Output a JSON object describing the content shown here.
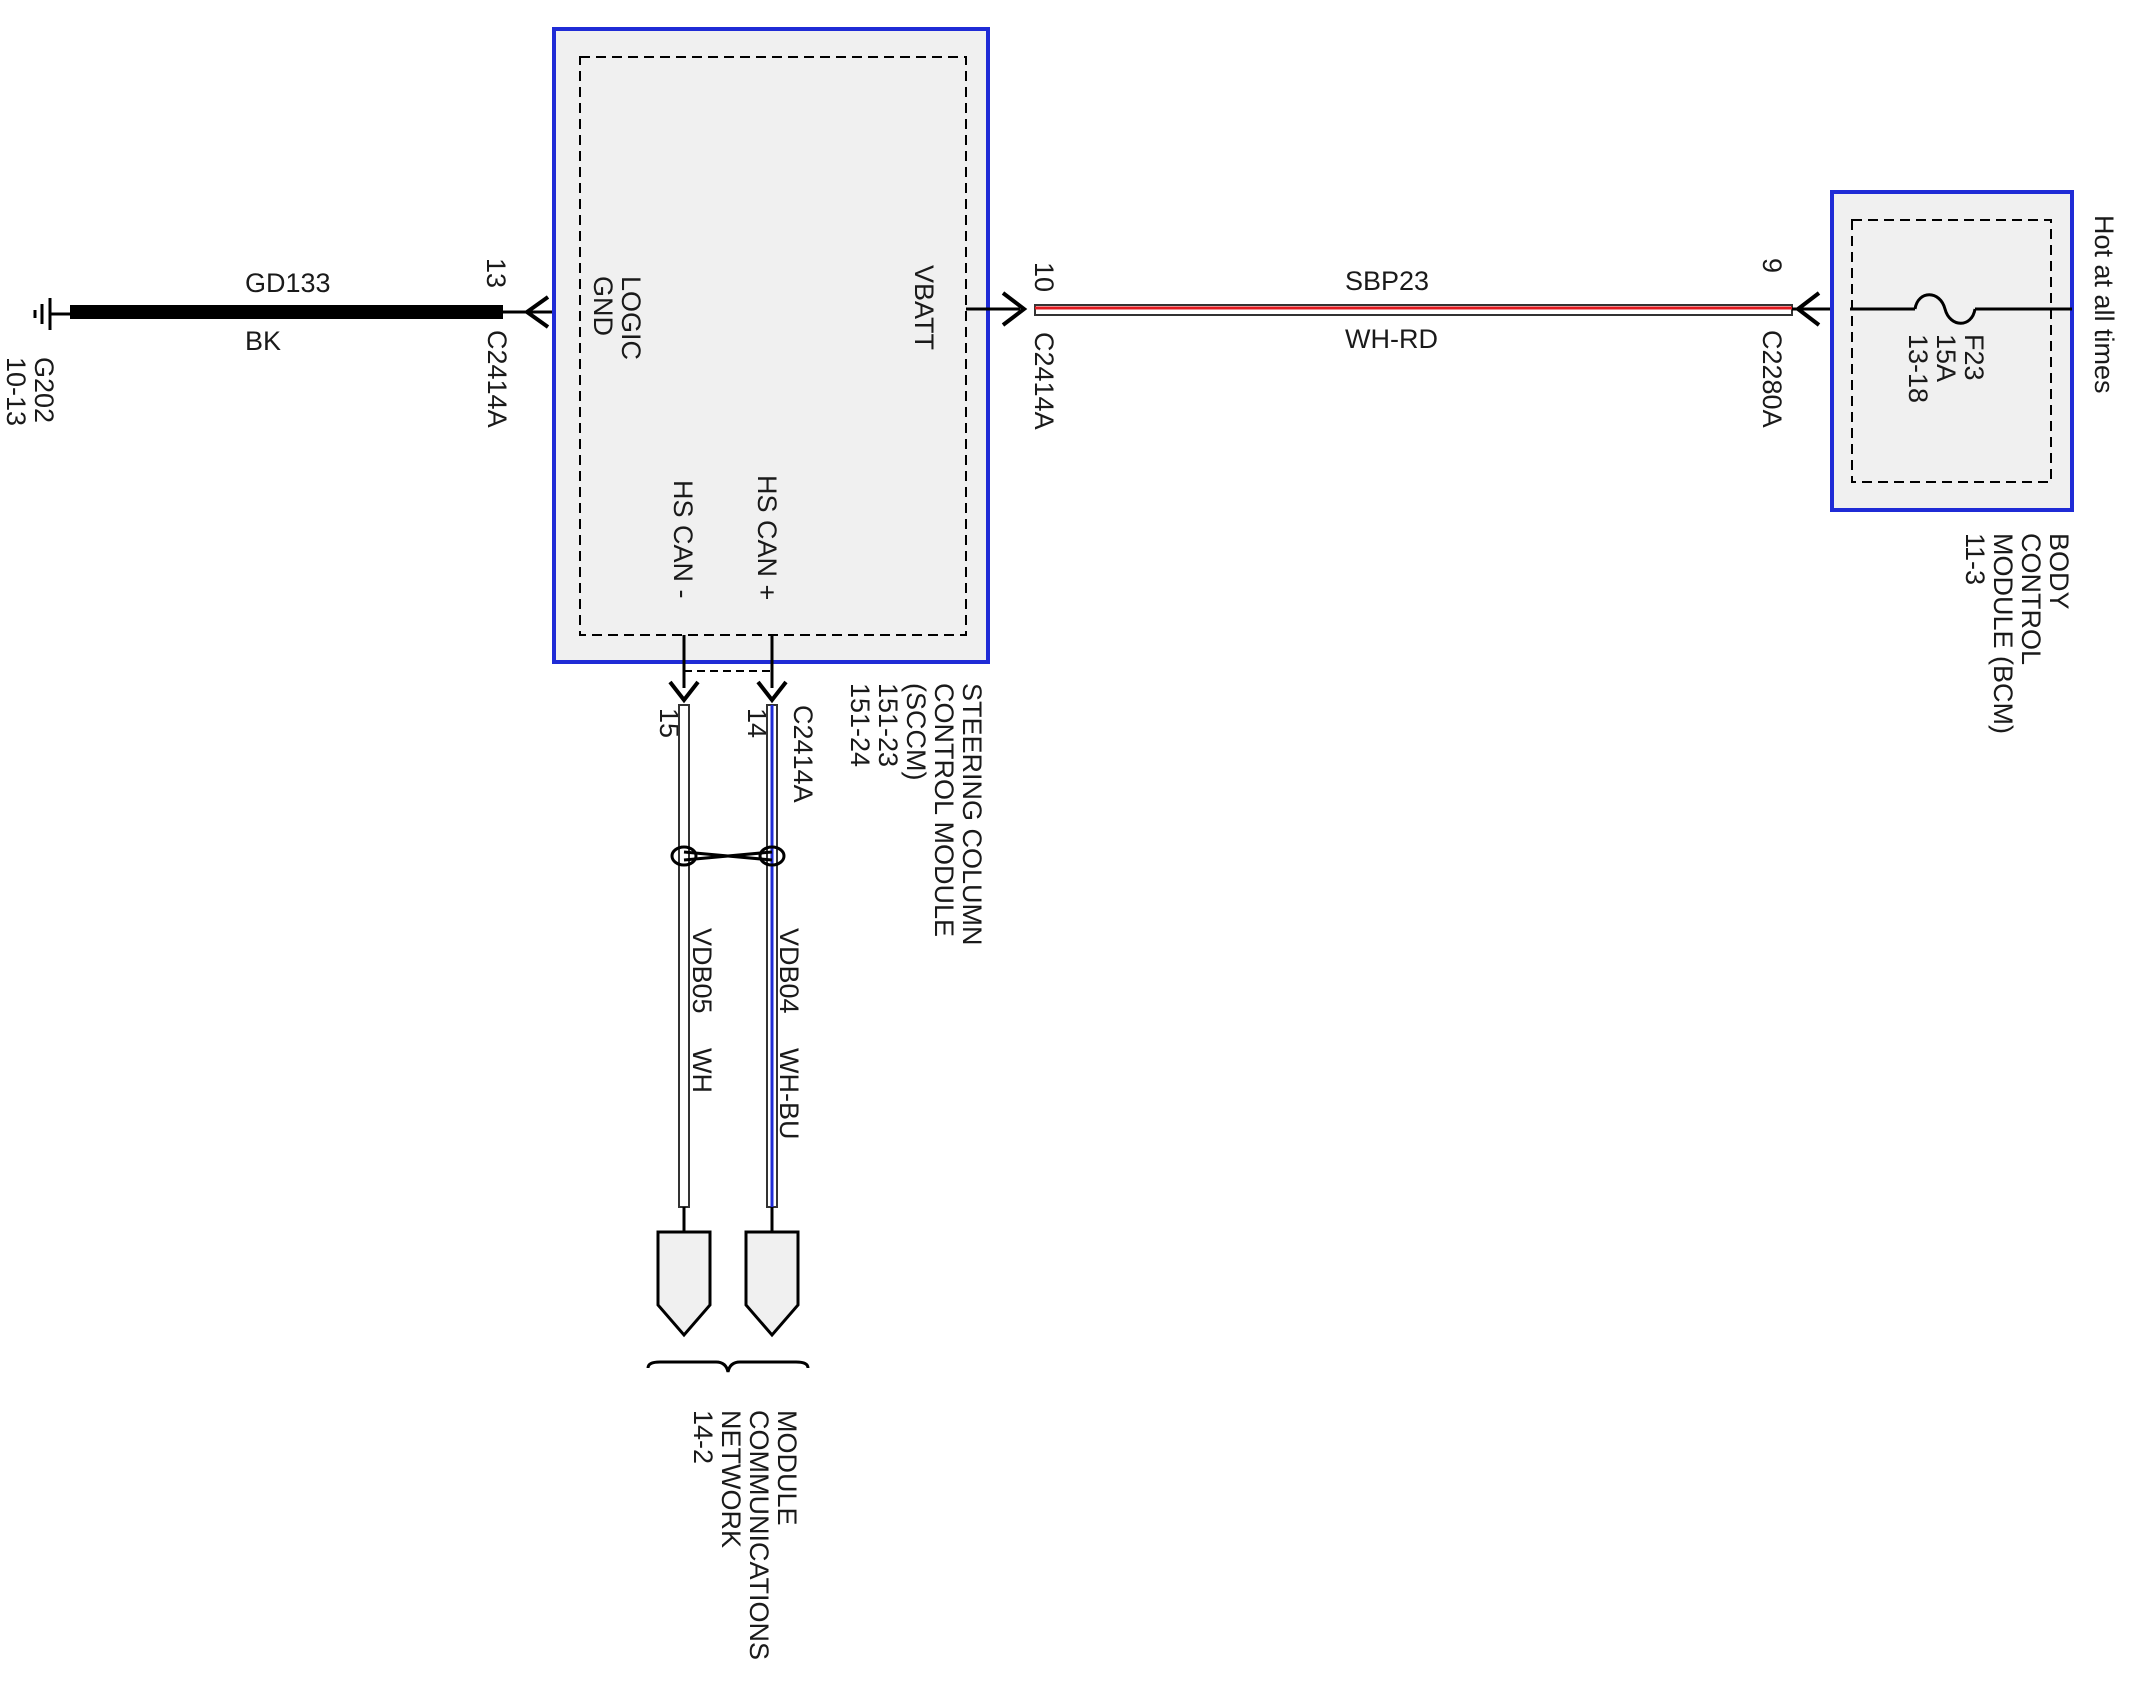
{
  "colors": {
    "module_border": "#1f2bd6",
    "module_fill": "#f0f0f0",
    "wire_bk": "#000000",
    "wire_red": "#e0191f",
    "wire_blue": "#1f2bd6",
    "wire_white_outline": "#333333"
  },
  "ground": {
    "circuit": "GD133",
    "color": "BK",
    "ground_id": "G202",
    "ground_ref": "10-13"
  },
  "sccm": {
    "name_lines": [
      "STEERING COLUMN",
      "CONTROL MODULE",
      "(SCCM)",
      "151-23",
      "151-24"
    ],
    "pin_logic_gnd": [
      "LOGIC",
      "GND"
    ],
    "pin_vbatt": "VBATT",
    "pin_hs_can_plus": "HS CAN +",
    "pin_hs_can_minus": "HS CAN -",
    "connector": "C2414A",
    "pin_13": "13",
    "pin_10": "10",
    "pin_14": "14",
    "pin_15": "15"
  },
  "power": {
    "circuit": "SBP23",
    "color": "WH-RD",
    "bcm_connector": "C2280A",
    "bcm_pin": "9"
  },
  "bcm": {
    "name_lines": [
      "BODY",
      "CONTROL",
      "MODULE (BCM)",
      "11-3"
    ],
    "fuse_lines": [
      "F23",
      "15A",
      "13-18"
    ],
    "hot_label": "Hot at all times"
  },
  "can_wires": {
    "plus_circuit": "VDB04",
    "plus_color": "WH-BU",
    "minus_circuit": "VDB05",
    "minus_color": "WH"
  },
  "network": {
    "name_lines": [
      "MODULE",
      "COMMUNICATIONS",
      "NETWORK",
      "14-2"
    ]
  }
}
